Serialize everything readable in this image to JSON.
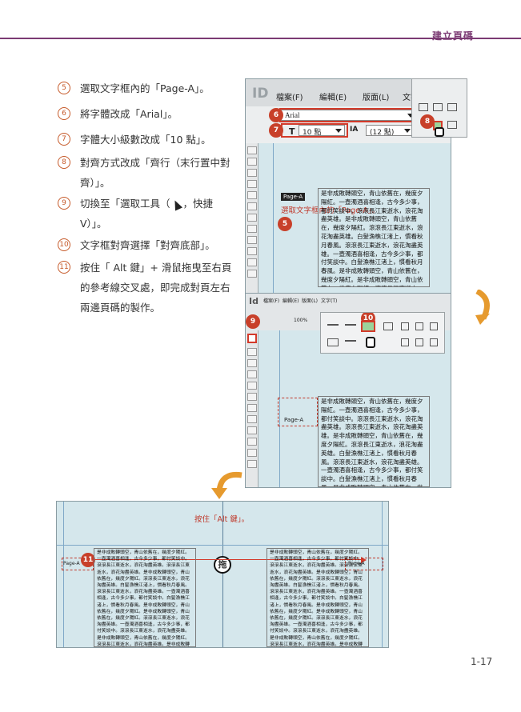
{
  "header": {
    "title": "建立頁碼"
  },
  "steps": [
    {
      "num": "5",
      "text": "選取文字框內的「Page-A」。"
    },
    {
      "num": "6",
      "text": "將字體改成「Arial」。"
    },
    {
      "num": "7",
      "text": "字體大小級數改成「10 點」。"
    },
    {
      "num": "8",
      "text": "對齊方式改成「齊行（末行置中對齊）」。"
    },
    {
      "num": "9",
      "text_a": "切換至「選取工具（",
      "text_b": "，快捷V）」。"
    },
    {
      "num": "10",
      "text": "文字框對齊選擇「對齊底部」。"
    },
    {
      "num": "11",
      "text": "按住「 Alt 鍵」+ 滑鼠拖曳至右頁的參考線交叉處，即完成對頁左右兩邊頁碼的製作。"
    }
  ],
  "panel1": {
    "logo": "ID",
    "menu": [
      "檔案(F)",
      "編輯(E)",
      "版面(L)",
      "文字"
    ],
    "font_value": "Arial",
    "size_value": "10 點",
    "leading_value": "(12 點)",
    "badge6": "6",
    "badge7": "7",
    "badge8": "8",
    "badge5": "5",
    "frame_tag": "Page-A",
    "callout": "選取文字框內的「Page-A」。",
    "body_text": "是非成敗轉頭空，青山依舊在，幾度夕陽紅。一壺濁酒喜相逢，古今多少事，都付笑談中。滾滾長江東逝水，浪花淘盡英雄。是非成敗轉頭空，青山依舊在，幾度夕陽紅。滾滾長江東逝水，浪花淘盡英雄。白髮漁樵江渚上，慣看秋月春風。滾滾長江東逝水，浪花淘盡英雄。一壺濁酒喜相逢，古今多少事，都付笑談中。白髮漁樵江渚上，慣看秋月春風。是非成敗轉頭空，青山依舊在，幾度夕陽紅。是非成敗轉頭空，青山依舊在，幾度夕陽紅。滾滾長江東逝水，浪花淘盡英雄。"
  },
  "panel2": {
    "logo": "Id",
    "menu": [
      "檔案(F)",
      "編輯(E)",
      "版面(L)",
      "文字(T)"
    ],
    "zoom": "100%",
    "badge9": "9",
    "badge10": "10",
    "frame_label": "Page-A",
    "body_text": "是非成敗轉頭空，青山依舊在，幾度夕陽紅。一壺濁酒喜相逢，古今多少事，都付笑談中。滾滾長江東逝水，浪花淘盡英雄。滾滾長江東逝水，浪花淘盡英雄。是非成敗轉頭空，青山依舊在，幾度夕陽紅。滾滾長江東逝水，浪花淘盡英雄。白髮漁樵江渚上，慣看秋月春風。滾滾長江東逝水，浪花淘盡英雄。一壺濁酒喜相逢，古今多少事，都付笑談中。白髮漁樵江渚上，慣看秋月春風。是非成敗轉頭空，青山依舊在，幾度夕陽紅。是非成敗轉頭空，青山依舊在，幾度夕陽紅。滾滾長江東逝水，浪花淘盡英雄。"
  },
  "panel3": {
    "callout": "按住「Alt 鍵」。",
    "badge11": "11",
    "key_glyph": "拖",
    "left_label": "Page-A",
    "right_label": "Page-A",
    "left_text": "是非成敗轉頭空，青山依舊在，幾度夕陽紅。一壺濁酒喜相逢，古今多少事，都付笑談中。滾滾長江東逝水，浪花淘盡英雄。滾滾長江東逝水，浪花淘盡英雄。是非成敗轉頭空，青山依舊在，幾度夕陽紅。滾滾長江東逝水，浪花淘盡英雄。白髮漁樵江渚上，慣看秋月春風。滾滾長江東逝水，浪花淘盡英雄。一壺濁酒喜相逢，古今多少事，都付笑談中。白髮漁樵江渚上，慣看秋月春風。是非成敗轉頭空，青山依舊在，幾度夕陽紅。是非成敗轉頭空，青山依舊在，幾度夕陽紅。滾滾長江東逝水，浪花淘盡英雄。一壺濁酒喜相逢，古今多少事，都付笑談中。滾滾長江東逝水，浪花淘盡英雄。是非成敗轉頭空，青山依舊在，幾度夕陽紅。滾滾長江東逝水，浪花淘盡英雄。是非成敗轉頭空，青山依舊在，幾度夕陽紅。一壺濁酒喜相逢，古今多少事，都付笑談",
    "right_text": "是非成敗轉頭空，青山依舊在，幾度夕陽紅。一壺濁酒喜相逢，古今多少事，都付笑談中。滾滾長江東逝水，浪花淘盡英雄。滾滾長江東逝水，浪花淘盡英雄。是非成敗轉頭空，青山依舊在，幾度夕陽紅。滾滾長江東逝水，浪花淘盡英雄。白髮漁樵江渚上，慣看秋月春風。滾滾長江東逝水，浪花淘盡英雄。一壺濁酒喜相逢，古今多少事，都付笑談中。白髮漁樵江渚上，慣看秋月春風。是非成敗轉頭空，青山依舊在，幾度夕陽紅。是非成敗轉頭空，青山依舊在，幾度夕陽紅。滾滾長江東逝水，浪花淘盡英雄。一壺濁酒喜相逢，古今多少事，都付笑談中。滾滾長江東逝水，浪花淘盡英雄。是非成敗轉頭空，青山依舊在，幾度夕陽紅。滾滾長江東逝水，浪花淘盡英雄。是非成敗轉頭空，青山依舊在，幾度夕陽紅。一壺濁酒喜相逢，古今多少事，都付笑談"
  },
  "footer": {
    "page_number": "1-17"
  },
  "colors": {
    "accent": "#7b3a73",
    "badge": "#c8402a",
    "canvas": "#d5e7ec"
  }
}
